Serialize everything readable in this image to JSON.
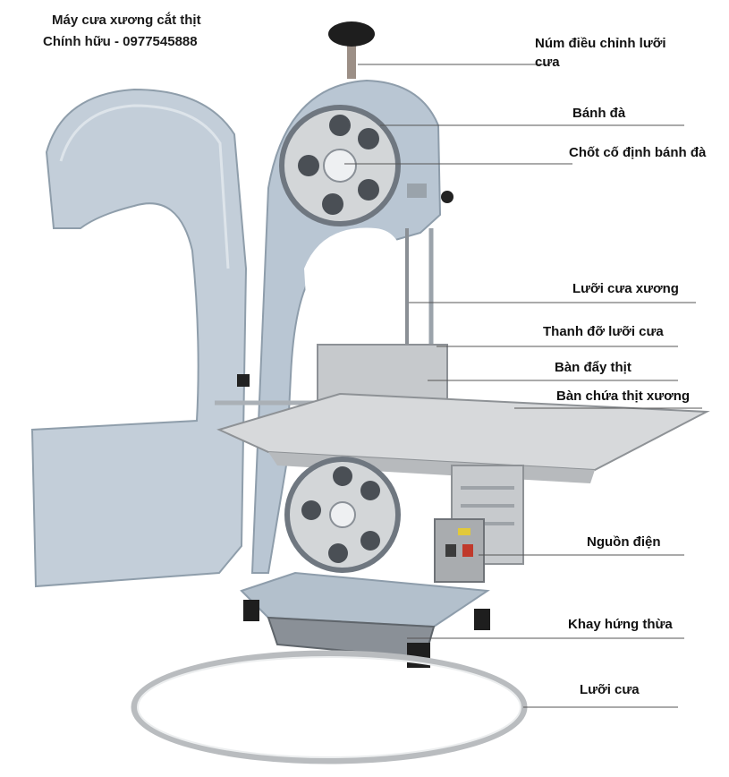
{
  "header": {
    "title": "Máy cưa xương cắt thịt",
    "contact": "Chính hữu - 0977545888"
  },
  "labels": [
    {
      "id": "knob",
      "text": "Núm điều chỉnh lưỡi cưa"
    },
    {
      "id": "flywheel",
      "text": "Bánh đà"
    },
    {
      "id": "flywheel_pin",
      "text": "Chốt cố định bánh đà"
    },
    {
      "id": "bone_blade",
      "text": "Lưỡi cưa xương"
    },
    {
      "id": "blade_guide",
      "text": "Thanh đỡ lưỡi cưa"
    },
    {
      "id": "push_plate",
      "text": "Bàn đẩy thịt"
    },
    {
      "id": "table",
      "text": "Bàn chứa thịt xương"
    },
    {
      "id": "power",
      "text": "Nguồn điện"
    },
    {
      "id": "tray",
      "text": "Khay hứng thừa"
    },
    {
      "id": "blade",
      "text": "Lưỡi cưa"
    }
  ],
  "colors": {
    "body": "#b9c6d3",
    "body_dark": "#8e9dab",
    "steel": "#c9cccf",
    "leader": "#555555"
  }
}
